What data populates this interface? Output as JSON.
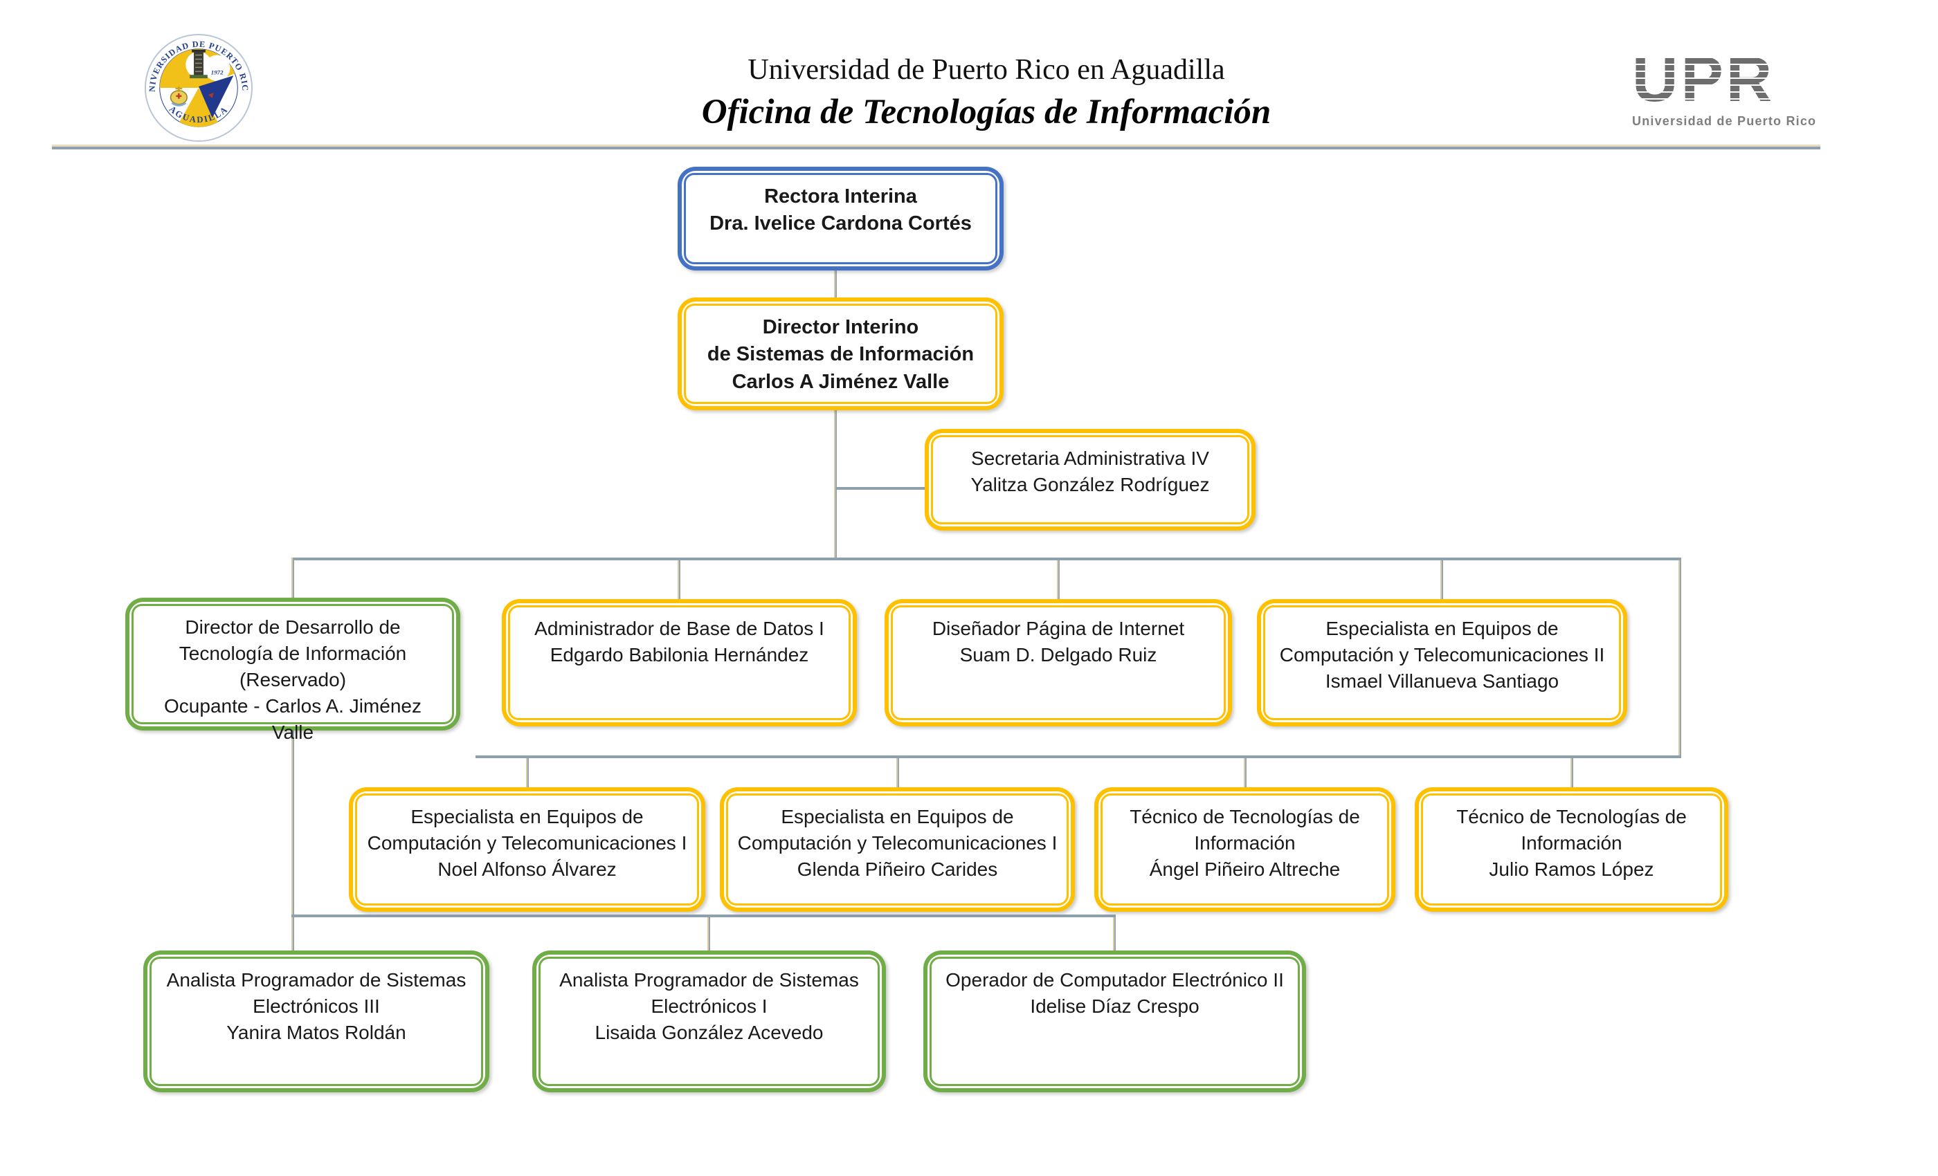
{
  "header": {
    "university_line": "Universidad de Puerto Rico en Aguadilla",
    "office_line": "Oficina de Tecnologías de Información",
    "seal": {
      "ring_top": "UNIVERSIDAD DE PUERTO RICO",
      "ring_bottom": "AGUADILLA",
      "year": "1972"
    },
    "upr_logo": {
      "acronym": "UPR",
      "subtitle": "Universidad de Puerto Rico"
    }
  },
  "colors": {
    "accent_blue": "#4472C4",
    "accent_gold": "#FFC000",
    "accent_green": "#70AD47",
    "connector_gray": "#8FA0AD",
    "connector_tan": "#D9CDA8"
  },
  "org_chart": {
    "nodes": [
      {
        "id": "rectora",
        "color": "#4472C4",
        "text": "Rectora Interina\nDra. Ivelice Cardona Cortés"
      },
      {
        "id": "director",
        "color": "#FFC000",
        "text": "Director Interino\nde Sistemas de Información\nCarlos A Jiménez Valle"
      },
      {
        "id": "secretaria",
        "color": "#FFC000",
        "text": "Secretaria Administrativa IV\nYalitza González Rodríguez"
      },
      {
        "id": "dir-desarrollo",
        "color": "#70AD47",
        "text": "Director de Desarrollo de\nTecnología de Información\n(Reservado)\nOcupante - Carlos A. Jiménez Valle"
      },
      {
        "id": "admin-bd",
        "color": "#FFC000",
        "text": "Administrador de Base de Datos I\nEdgardo Babilonia  Hernández"
      },
      {
        "id": "disenador",
        "color": "#FFC000",
        "text": "Diseñador Página de Internet\nSuam D. Delgado Ruiz"
      },
      {
        "id": "especialista-2",
        "color": "#FFC000",
        "text": "Especialista en Equipos de\nComputación y Telecomunicaciones II\nIsmael Villanueva Santiago"
      },
      {
        "id": "especialista-1a",
        "color": "#FFC000",
        "text": "Especialista en Equipos de\nComputación y Telecomunicaciones I\nNoel Alfonso Álvarez"
      },
      {
        "id": "especialista-1b",
        "color": "#FFC000",
        "text": "Especialista en Equipos de\nComputación y Telecomunicaciones I\nGlenda Piñeiro Carides"
      },
      {
        "id": "tecnico-a",
        "color": "#FFC000",
        "text": "Técnico de Tecnologías de\nInformación\nÁngel Piñeiro Altreche"
      },
      {
        "id": "tecnico-b",
        "color": "#FFC000",
        "text": "Técnico de Tecnologías de\nInformación\nJulio Ramos López"
      },
      {
        "id": "analista-3",
        "color": "#70AD47",
        "text": "Analista Programador de Sistemas\nElectrónicos III\nYanira Matos Roldán"
      },
      {
        "id": "analista-1",
        "color": "#70AD47",
        "text": "Analista Programador de Sistemas\nElectrónicos I\nLisaida González Acevedo"
      },
      {
        "id": "operador",
        "color": "#70AD47",
        "text": "Operador de Computador Electrónico II\nIdelise Díaz Crespo"
      }
    ]
  }
}
